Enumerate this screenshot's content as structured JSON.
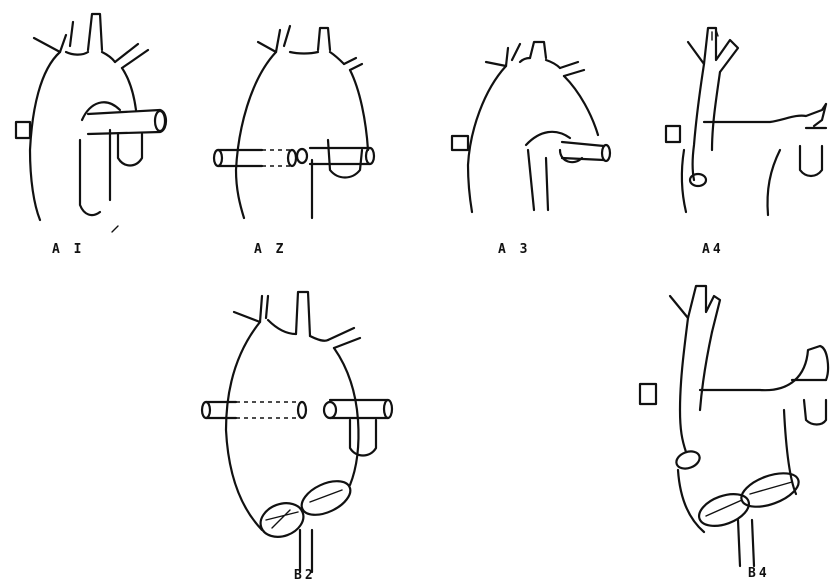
{
  "figure": {
    "panels": [
      {
        "id": "A1",
        "label": "A I"
      },
      {
        "id": "A2",
        "label": "A Z"
      },
      {
        "id": "A3",
        "label": "A 3"
      },
      {
        "id": "A4",
        "label": "A4"
      },
      {
        "id": "B2",
        "label": "B2"
      },
      {
        "id": "B4",
        "label": "B4"
      }
    ]
  }
}
